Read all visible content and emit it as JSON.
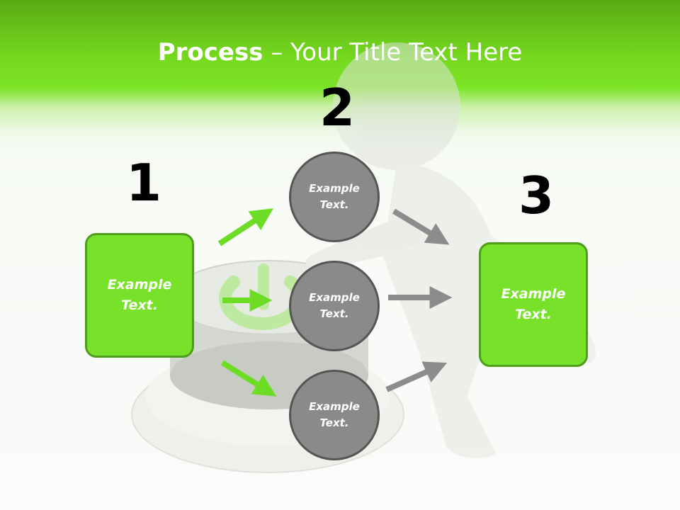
{
  "title": {
    "bold": "Process",
    "rest": " – Your Title Text Here"
  },
  "steps": {
    "one": {
      "number": "1",
      "text": "Example Text."
    },
    "two": {
      "number": "2",
      "items": [
        "Example Text.",
        "Example Text.",
        "Example Text."
      ]
    },
    "three": {
      "number": "3",
      "text": "Example Text."
    }
  },
  "colors": {
    "accent": "#78e22a",
    "accent_dark": "#4d9e1a",
    "circle": "#8a8a8a",
    "arrow_gray": "#8c8c8c"
  }
}
